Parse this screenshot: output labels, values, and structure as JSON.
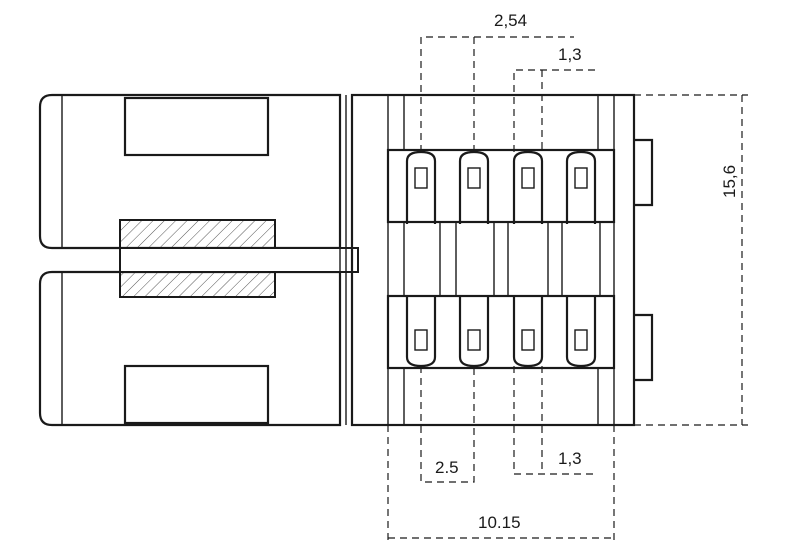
{
  "dimensions": {
    "top_pitch": "2,54",
    "top_width": "1,3",
    "height": "15,6",
    "bottom_pitch": "2.5",
    "bottom_width": "1,3",
    "overall_width": "10.15"
  }
}
